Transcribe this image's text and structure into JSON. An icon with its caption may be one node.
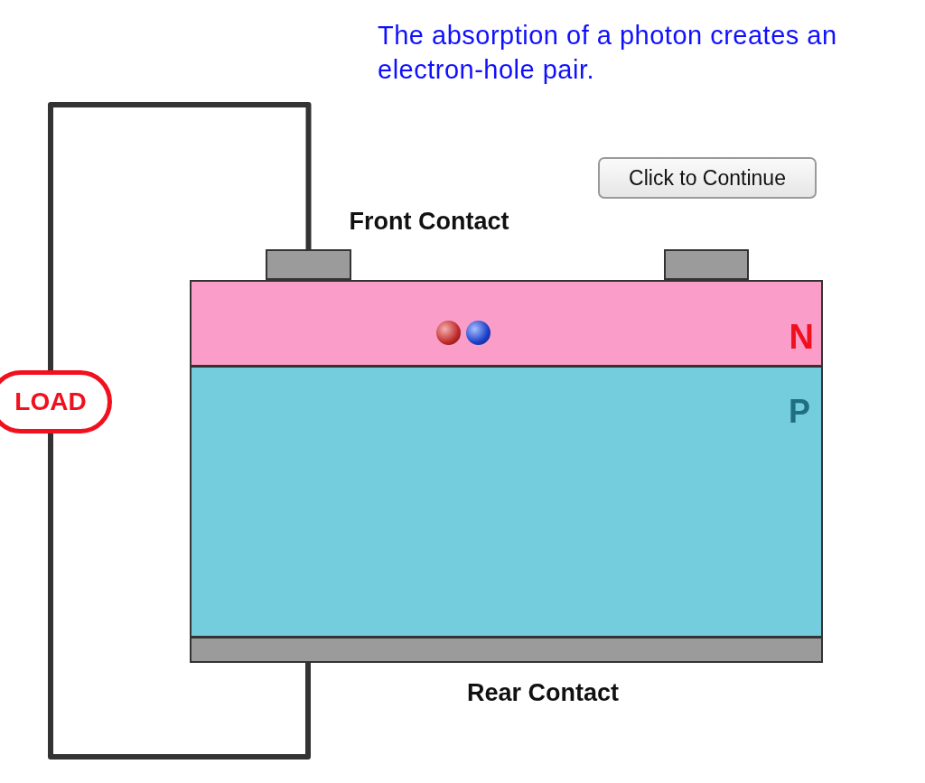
{
  "diagram": {
    "title": "The absorption of a photon creates an electron-hole pair.",
    "nodes": [
      {
        "text": [
          "LOAD"
        ]
      },
      {
        "text": [],
        "shape": "box"
      },
      {
        "text": [],
        "shape": "box"
      },
      {
        "text": [
          "N"
        ]
      },
      {
        "text": [
          "P"
        ]
      },
      {
        "text": [],
        "shape": "box"
      }
    ],
    "edges": [
      {
        "from": 0,
        "to": 1,
        "arrow": "none"
      },
      {
        "from": 0,
        "to": 5,
        "arrow": "none"
      }
    ],
    "labels": [
      "Click to Continue",
      "Front Contact",
      "Rear Contact"
    ]
  }
}
